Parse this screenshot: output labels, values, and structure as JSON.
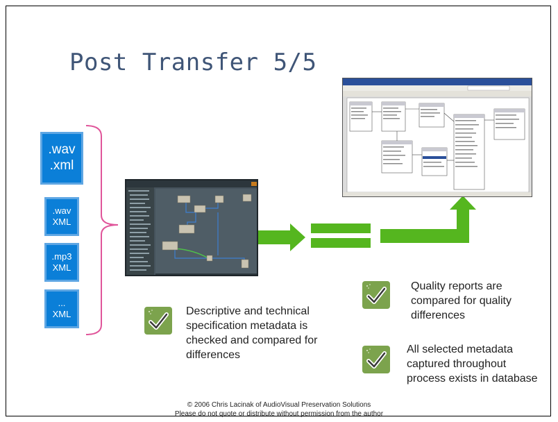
{
  "slide": {
    "title": "Post Transfer 5/5",
    "files": [
      {
        "line1": ".wav",
        "line2": ".xml"
      },
      {
        "line1": ".wav",
        "line2": "XML"
      },
      {
        "line1": ".mp3",
        "line2": "XML"
      },
      {
        "line1": "...",
        "line2": "XML"
      }
    ],
    "notes": [
      {
        "lines": [
          "Descriptive and technical",
          "specification metadata is",
          "checked and compared for",
          "differences"
        ]
      },
      {
        "lines": [
          "Quality reports are",
          "compared for quality",
          "differences"
        ]
      },
      {
        "lines": [
          "All selected metadata",
          "captured throughout",
          "process exists in database"
        ]
      }
    ],
    "footer": {
      "line1": "© 2006 Chris Lacinak of AudioVisual Preservation Solutions",
      "line2": "Please do not quote or distribute without permission from the author"
    },
    "colors": {
      "title": "#3f5577",
      "file_box": "#0b7fd8",
      "bracket": "#e0559a",
      "arrow": "#55b61f",
      "check_badge": "#7ca34d"
    }
  }
}
